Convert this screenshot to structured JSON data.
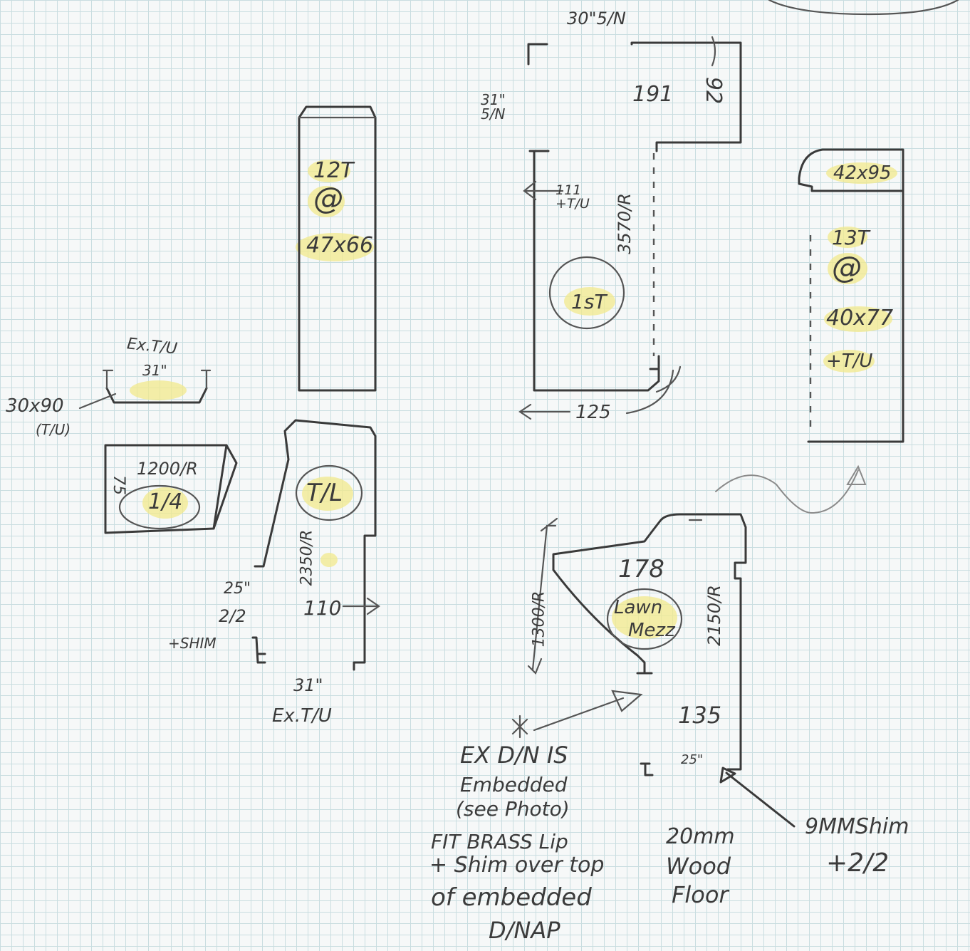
{
  "labels": {
    "dim_30_5n": "30\"5/N",
    "dim_191": "191",
    "dim_92": "92",
    "dim_31_5n": "31\" 5/N",
    "dim_111_tu": "111 +T/U",
    "dim_3570": "3570/R",
    "room_1st": "1sT",
    "dim_125": "125",
    "label_42x95": "42x95",
    "room_13t": "13T",
    "at_symbol_2": "@",
    "dim_40x77": "40x77",
    "tu_right": "+T/U",
    "room_12t": "12T",
    "at_symbol_1": "@",
    "dim_47x66": "47x66",
    "ex_tu_top": "Ex.T/U",
    "dim_31_top": "31\"",
    "dim_30x90": "30x90",
    "tu_paren": "(T/U)",
    "dim_1200r": "1200/R",
    "dim_75": "75",
    "frac_1_4": "1/4",
    "room_tl": "T/L",
    "dim_2350r": "2350/R",
    "dim_25_left": "25\"",
    "frac_2_2_left": "2/2",
    "shim_left": "+SHIM",
    "dim_110": "110",
    "dim_31_bottom": "31\"",
    "ex_tu_bottom": "Ex.T/U",
    "dim_178": "178",
    "lawn_mezz_1": "Lawn",
    "lawn_mezz_2": "Mezz",
    "dim_2150r": "2150/R",
    "dim_1300r": "1300/R",
    "dim_135": "135",
    "dim_25_bottom": "25\"",
    "note_ex_dn": "EX D/N IS",
    "note_embedded": "Embedded",
    "note_see_photo": "(see Photo)",
    "note_fit_brass": "FIT BRASS Lip",
    "note_shim_over": "+ Shim over top",
    "note_of_embedded": "of embedded",
    "note_dnap": "D/NAP",
    "floor_1": "20mm",
    "floor_2": "Wood",
    "floor_3": "Floor",
    "shim_9mm": "9MMShim",
    "shim_9mm_frac": "+2/2"
  }
}
